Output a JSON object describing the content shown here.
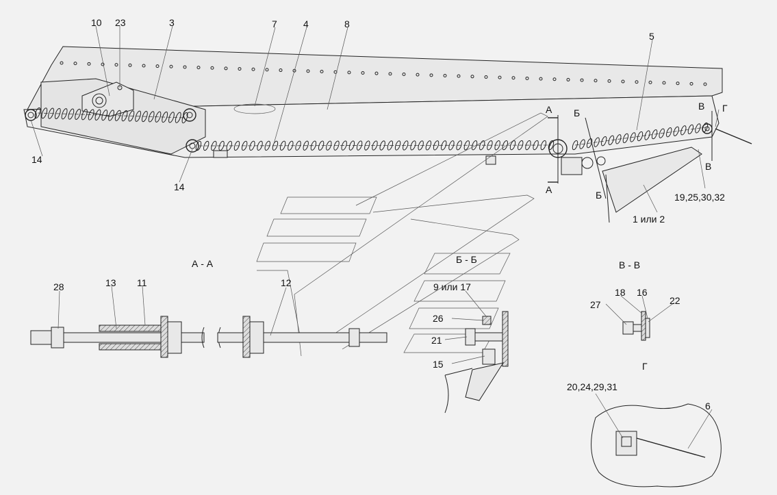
{
  "callouts": [
    "10",
    "23",
    "3",
    "7",
    "4",
    "8",
    "5",
    "14",
    "14",
    "19,25,30,32",
    "1 или 2",
    "28",
    "13",
    "11",
    "12",
    "9 или 17",
    "26",
    "21",
    "15",
    "27",
    "18",
    "16",
    "22",
    "20,24,29,31",
    "6"
  ],
  "section_marks": [
    "А",
    "А",
    "Б",
    "Б",
    "В",
    "В",
    "Г"
  ],
  "view_titles": [
    "А - А",
    "Б - Б",
    "В - В",
    "Г"
  ]
}
